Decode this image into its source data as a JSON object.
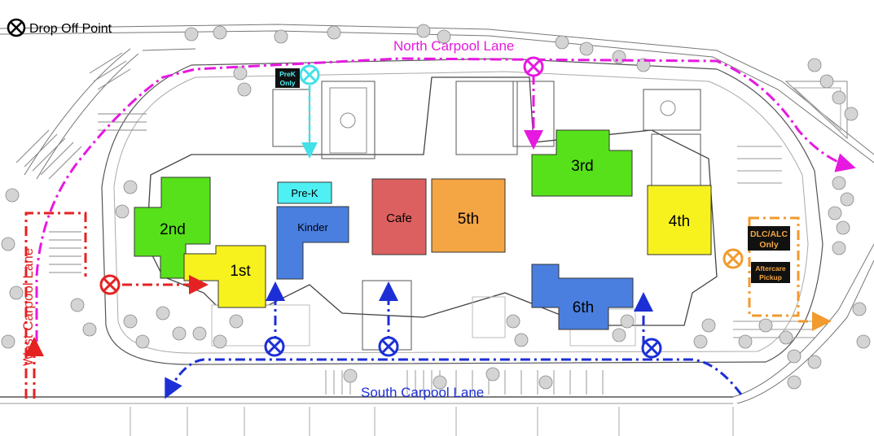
{
  "legend": {
    "icon": "drop-off-icon",
    "label": "Drop Off Point"
  },
  "lanes": {
    "north": {
      "label": "North Carpool Lane",
      "color": "#e619e0"
    },
    "south": {
      "label": "South Carpool Lane",
      "color": "#1c2fd6"
    },
    "west": {
      "label": "West Carpool Lane",
      "color": "#e52222"
    },
    "dlc": {
      "color": "#f29a2e"
    },
    "prek": {
      "color": "#44e0e8"
    }
  },
  "buildings": {
    "second": {
      "label": "2nd",
      "color": "#57e11a"
    },
    "first": {
      "label": "1st",
      "color": "#f7f21d"
    },
    "prek": {
      "label": "Pre-K",
      "color": "#4ff0f4"
    },
    "kinder": {
      "label": "Kinder",
      "color": "#4a7fe0"
    },
    "cafe": {
      "label": "Cafe",
      "color": "#dd6060"
    },
    "fifth": {
      "label": "5th",
      "color": "#f4a544"
    },
    "third": {
      "label": "3rd",
      "color": "#57e11a"
    },
    "fourth": {
      "label": "4th",
      "color": "#f7f21d"
    },
    "sixth": {
      "label": "6th",
      "color": "#4a7fe0"
    }
  },
  "signs": {
    "prek_only": {
      "line1": "PreK",
      "line2": "Only"
    },
    "dlc_only": {
      "line1": "DLC/ALC",
      "line2": "Only"
    },
    "aftercare": {
      "line1": "Aftercare",
      "line2": "Pickup"
    }
  }
}
